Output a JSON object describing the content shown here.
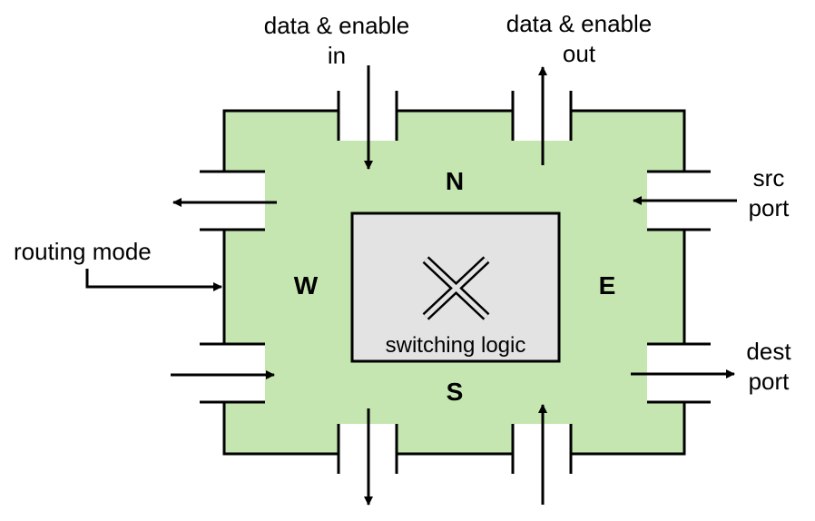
{
  "labels": {
    "in_north": [
      "data & enable",
      "in"
    ],
    "out_north": [
      "data & enable",
      "out"
    ],
    "src_port": [
      "src",
      "port"
    ],
    "dest_port": [
      "dest",
      "port"
    ],
    "routing_mode": "routing mode",
    "switching_logic": "switching logic"
  },
  "sides": {
    "north": "N",
    "south": "S",
    "east": "E",
    "west": "W"
  },
  "colors": {
    "router_fill": "#c5e6b0",
    "core_fill": "#e3e3e3",
    "stroke": "#000000",
    "background": "#ffffff"
  },
  "icons": {
    "switch": "crossbar-x-icon"
  }
}
